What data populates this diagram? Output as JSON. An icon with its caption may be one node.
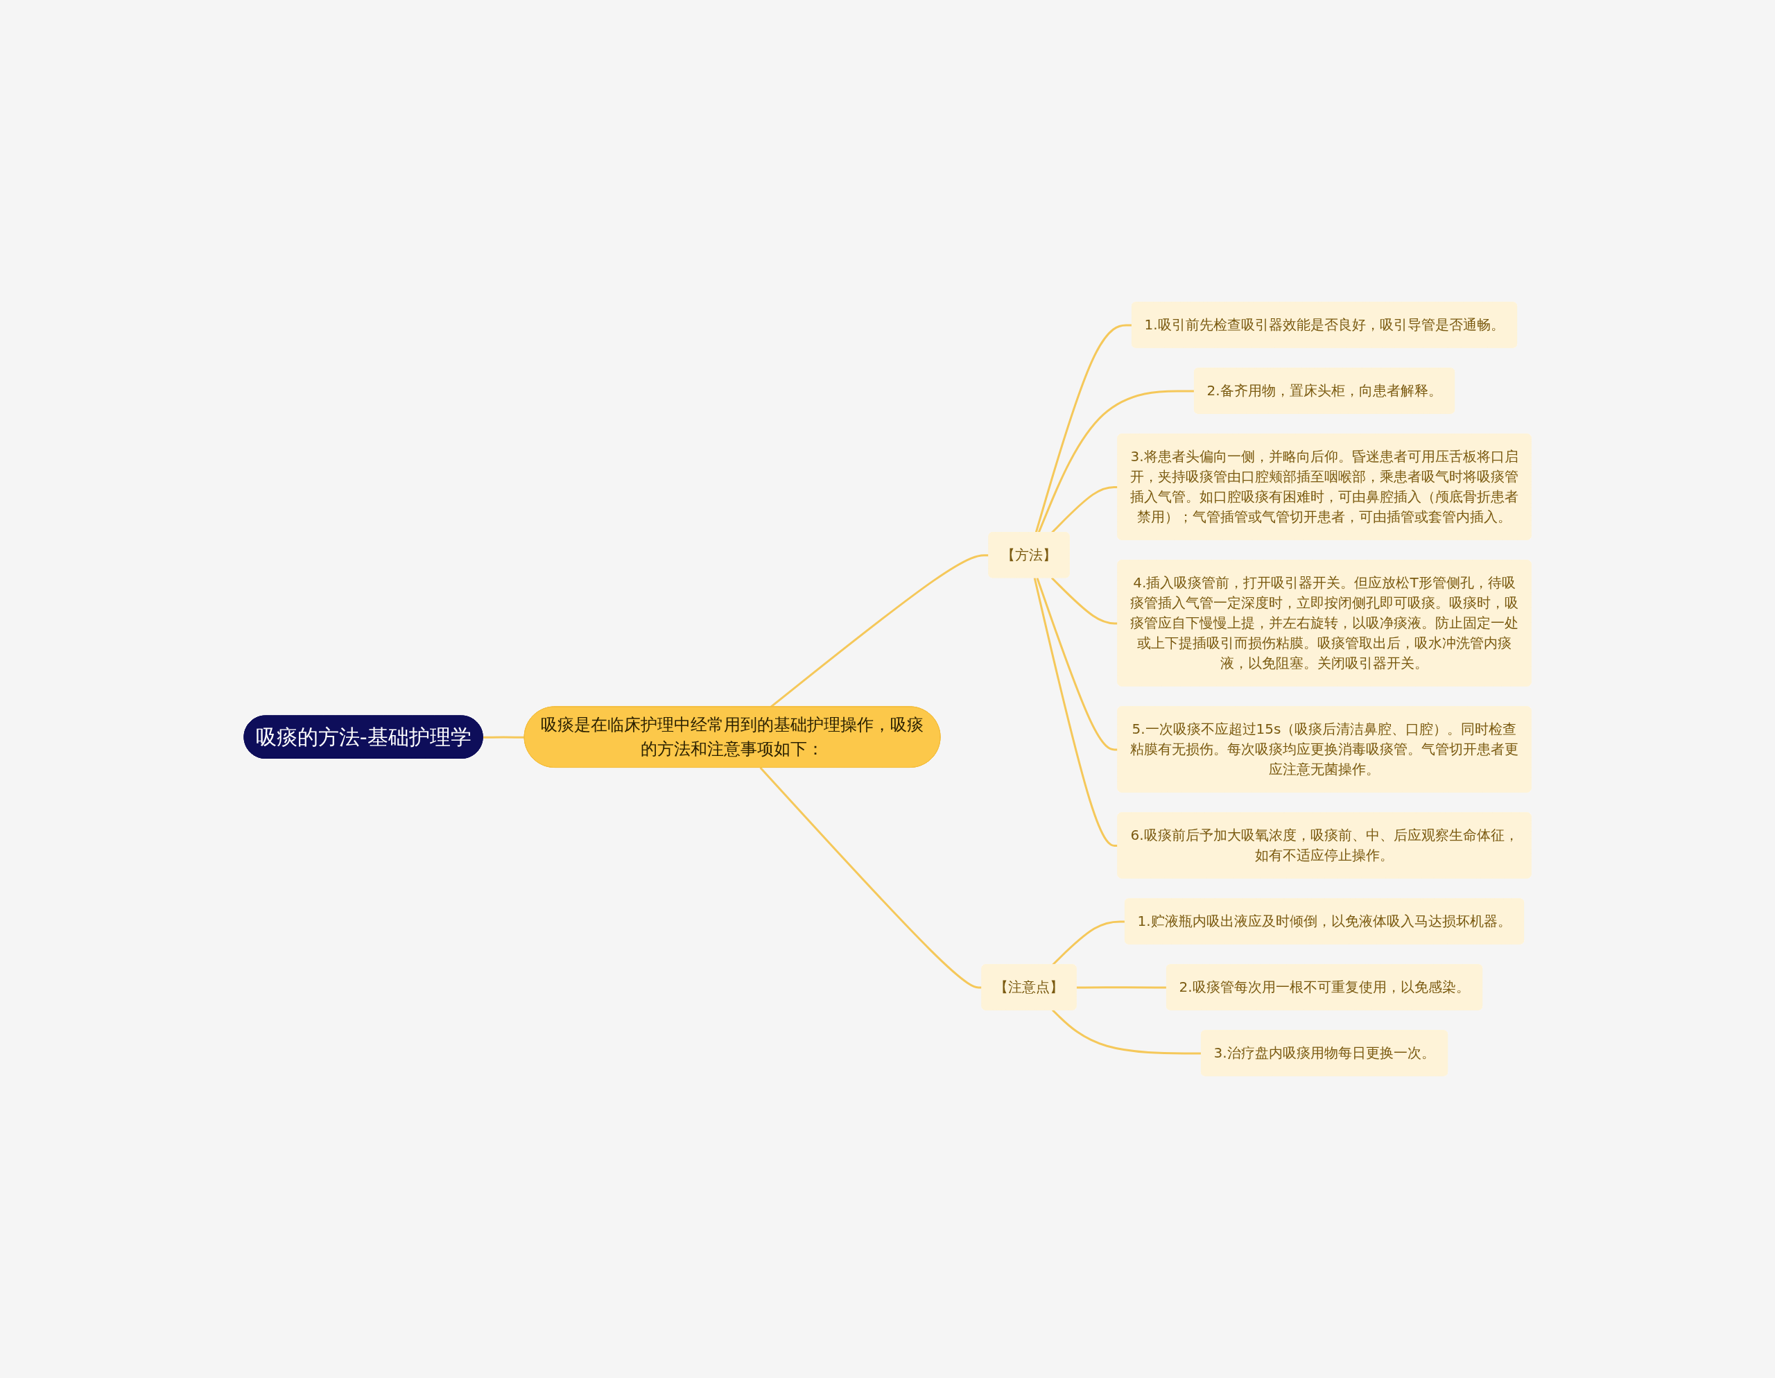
{
  "diagram": {
    "nodes": [
      {
        "text": [
          "吸痰的方法-基础护理学"
        ]
      },
      {
        "text": [
          "吸痰是在临床护理中经常用到的基础护理操作，吸痰的方法和注意事项如下："
        ]
      },
      {
        "text": [
          "【方法】"
        ]
      },
      {
        "text": [
          "1.吸引前先检查吸引器效能是否良好，吸引导管是否通畅。"
        ]
      },
      {
        "text": [
          "2.备齐用物，置床头柜，向患者解释。"
        ]
      },
      {
        "text": [
          "3.将患者头偏向一侧，并略向后仰。昏迷患者可用压舌板将口启开，夹持吸痰管由口腔颊部插至咽喉部，乘患者吸气时将吸痰管插入气管。如口腔吸痰有困难时，可由鼻腔插入（颅底骨折患者禁用）；气管插管或气管切开患者，可由插管或套管内插入。"
        ]
      },
      {
        "text": [
          "4.插入吸痰管前，打开吸引器开关。但应放松T形管侧孔，待吸痰管插入气管一定深度时，立即按闭侧孔即可吸痰。吸痰时，吸痰管应自下慢慢上提，并左右旋转，以吸净痰液。防止固定一处或上下提插吸引而损伤粘膜。吸痰管取出后，吸水冲洗管内痰液，以免阻塞。关闭吸引器开关。"
        ]
      },
      {
        "text": [
          "5.一次吸痰不应超过15s（吸痰后清洁鼻腔、口腔）。同时检查粘膜有无损伤。每次吸痰均应更换消毒吸痰管。气管切开患者更应注意无菌操作。"
        ]
      },
      {
        "text": [
          "6.吸痰前后予加大吸氧浓度，吸痰前、中、后应观察生命体征，如有不适应停止操作。"
        ]
      },
      {
        "text": [
          "【注意点】"
        ]
      },
      {
        "text": [
          "1.贮液瓶内吸出液应及时倾倒，以免液体吸入马达损坏机器。"
        ]
      },
      {
        "text": [
          "2.吸痰管每次用一根不可重复使用，以免感染。"
        ]
      },
      {
        "text": [
          "3.治疗盘内吸痰用物每日更换一次。"
        ]
      }
    ],
    "edges": [
      {
        "from": 0,
        "to": 1,
        "arrow": "none"
      },
      {
        "from": 1,
        "to": 2,
        "arrow": "none"
      },
      {
        "from": 2,
        "to": 3,
        "arrow": "none"
      },
      {
        "from": 2,
        "to": 4,
        "arrow": "none"
      },
      {
        "from": 2,
        "to": 5,
        "arrow": "none"
      },
      {
        "from": 2,
        "to": 6,
        "arrow": "none"
      },
      {
        "from": 2,
        "to": 7,
        "arrow": "none"
      },
      {
        "from": 2,
        "to": 8,
        "arrow": "none"
      },
      {
        "from": 1,
        "to": 9,
        "arrow": "none"
      },
      {
        "from": 9,
        "to": 10,
        "arrow": "none"
      },
      {
        "from": 9,
        "to": 11,
        "arrow": "none"
      },
      {
        "from": 9,
        "to": 12,
        "arrow": "none"
      }
    ]
  }
}
